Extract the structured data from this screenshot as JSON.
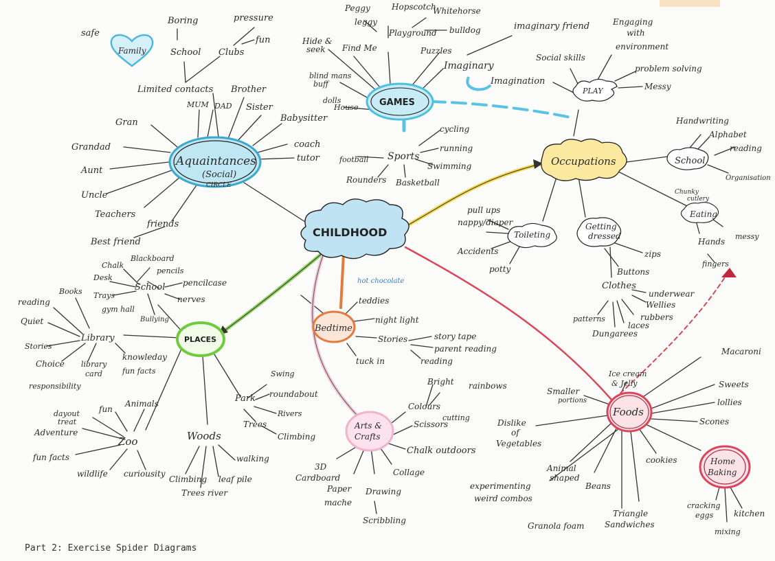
{
  "footer": "Part 2: Exercise Spider Diagrams",
  "colors": {
    "ink": "#2a2a2a",
    "childhood_fill": "#bfe3f2",
    "blue_fill": "#bfe6f3",
    "green": "#7fcf4f",
    "yellow_fill": "#fbe9a0",
    "red": "#d9465a",
    "orange": "#e37a3e",
    "pink": "#f3c6d8",
    "corner_tab": "#fbe1c4"
  },
  "labels": {
    "childhood": "CHILDHOOD",
    "acquaintances": "Aquaintances",
    "social": "(Social)",
    "circle": "CIRCLE",
    "games": "GAMES",
    "occupations": "Occupations",
    "places": "PLACES",
    "bedtime": "Bedtime",
    "arts": "Arts &",
    "crafts": "Crafts",
    "foods": "Foods",
    "play": "PLAY",
    "home": "Home",
    "baking": "Baking",
    "family": "Family",
    "safe": "safe",
    "boring": "Boring",
    "school_top": "School",
    "clubs": "Clubs",
    "pressure": "pressure",
    "fun_top": "fun",
    "limited_contacts": "Limited contacts",
    "mum": "MUM",
    "dad": "DAD",
    "brother": "Brother",
    "sister": "Sister",
    "gran": "Gran",
    "grandad": "Grandad",
    "aunt": "Aunt",
    "uncle": "Uncle",
    "teachers": "Teachers",
    "friends": "friends",
    "best_friend": "Best friend",
    "babysitter": "Babysitter",
    "coach": "coach",
    "tutor": "tutor",
    "peggy": "Peggy",
    "leggy": "leggy",
    "hopscotch": "Hopscotch",
    "whitehorse": "Whitehorse",
    "playground": "Playground",
    "bulldog": "bulldog",
    "hide_seek_1": "Hide &",
    "hide_seek_2": "seek",
    "find_me": "Find Me",
    "puzzles": "Puzzles",
    "imaginary_friend": "imaginary friend",
    "imaginary": "Imaginary",
    "blind_mans_1": "blind mans",
    "blind_mans_2": "buff",
    "dolls_house_1": "dolls",
    "dolls_house_2": "House",
    "sports": "Sports",
    "football": "football",
    "cycling": "cycling",
    "running": "running",
    "swimming": "Swimming",
    "rounders": "Rounders",
    "basketball": "Basketball",
    "imagination": "Imagination",
    "social_skills": "Social skills",
    "engaging_1": "Engaging",
    "engaging_2": "with",
    "engaging_3": "environment",
    "problem_solving": "problem solving",
    "messy_play": "Messy",
    "handwriting": "Handwriting",
    "alphabet": "Alphabet",
    "reading_occ": "reading",
    "school_occ": "School",
    "organisation": "Organisation",
    "eating": "Eating",
    "chunky_cutlery_1": "Chunky",
    "chunky_cutlery_2": "cutlery",
    "messy_eat": "messy",
    "hands": "Hands",
    "fingers": "fingers",
    "pull_ups": "pull ups",
    "nappy_diaper": "nappy/diaper",
    "toileting": "Toileting",
    "accidents": "Accidents",
    "potty": "potty",
    "getting_1": "Getting",
    "getting_2": "dressed",
    "zips": "zips",
    "buttons": "Buttons",
    "clothes": "Clothes",
    "underwear": "underwear",
    "wellies": "Wellies",
    "rubbers": "rubbers",
    "laces": "laces",
    "patterns": "patterns",
    "dungarees": "Dungarees",
    "chalk": "Chalk",
    "blackboard": "Blackboard",
    "desk": "Desk",
    "pencils": "pencils",
    "trays": "Trays",
    "school_places": "School",
    "pencilcase": "pencilcase",
    "gym_hall": "gym hall",
    "nerves": "nerves",
    "bullying": "Bullying",
    "books": "Books",
    "reading_lib": "reading",
    "quiet": "Quiet",
    "library": "Library",
    "stories_lib": "Stories",
    "choice": "Choice",
    "library_card_1": "library",
    "library_card_2": "card",
    "knowledge": "knowleday",
    "fun_facts_lib": "fun facts",
    "responsibility": "responsibility",
    "dayout_1": "dayout",
    "dayout_2": "treat",
    "fun_zoo": "fun",
    "animals": "Animals",
    "adventure": "Adventure",
    "zoo": "Zoo",
    "fun_facts_zoo": "fun facts",
    "wildlife": "wildlife",
    "curiosity": "curiousity",
    "woods": "Woods",
    "climbing_woods": "Climbing",
    "trees_river": "Trees river",
    "leaf_pile": "leaf pile",
    "walking": "walking",
    "park": "Park",
    "swing": "Swing",
    "roundabout": "roundabout",
    "rivers": "Rivers",
    "trees": "Trees",
    "climbing_park": "Climbing",
    "hot_chocolate": "hot chocolate",
    "teddies": "teddies",
    "night_light": "night light",
    "stories_bed": "Stories",
    "story_tape": "story tape",
    "parent_reading": "parent reading",
    "tuck_in": "tuck in",
    "reading_bed": "reading",
    "colours": "Colours",
    "bright": "Bright",
    "rainbows": "rainbows",
    "cutting": "cutting",
    "scissors": "Scissors",
    "chalk_outdoors": "Chalk outdoors",
    "collage": "Collage",
    "cardboard_1": "3D",
    "cardboard_2": "Cardboard",
    "paper_mache_1": "Paper",
    "paper_mache_2": "mache",
    "drawing": "Drawing",
    "scribbling": "Scribbling",
    "ice_cream_1": "Ice cream",
    "ice_cream_2": "& Jelly",
    "macaroni": "Macaroni",
    "smaller_1": "Smaller",
    "smaller_2": "portions",
    "sweets": "Sweets",
    "lollies": "lollies",
    "dislike_1": "Dislike",
    "dislike_2": "of",
    "dislike_3": "Vegetables",
    "scones": "Scones",
    "animal_shaped_1": "Animal",
    "animal_shaped_2": "shaped",
    "beans": "Beans",
    "cookies": "cookies",
    "experimenting_1": "experimenting",
    "experimenting_2": "weird combos",
    "granola_foam": "Granola foam",
    "triangle_1": "Triangle",
    "triangle_2": "Sandwiches",
    "cracking_1": "cracking",
    "cracking_2": "eggs",
    "kitchen": "kitchen",
    "mixing": "mixing"
  }
}
